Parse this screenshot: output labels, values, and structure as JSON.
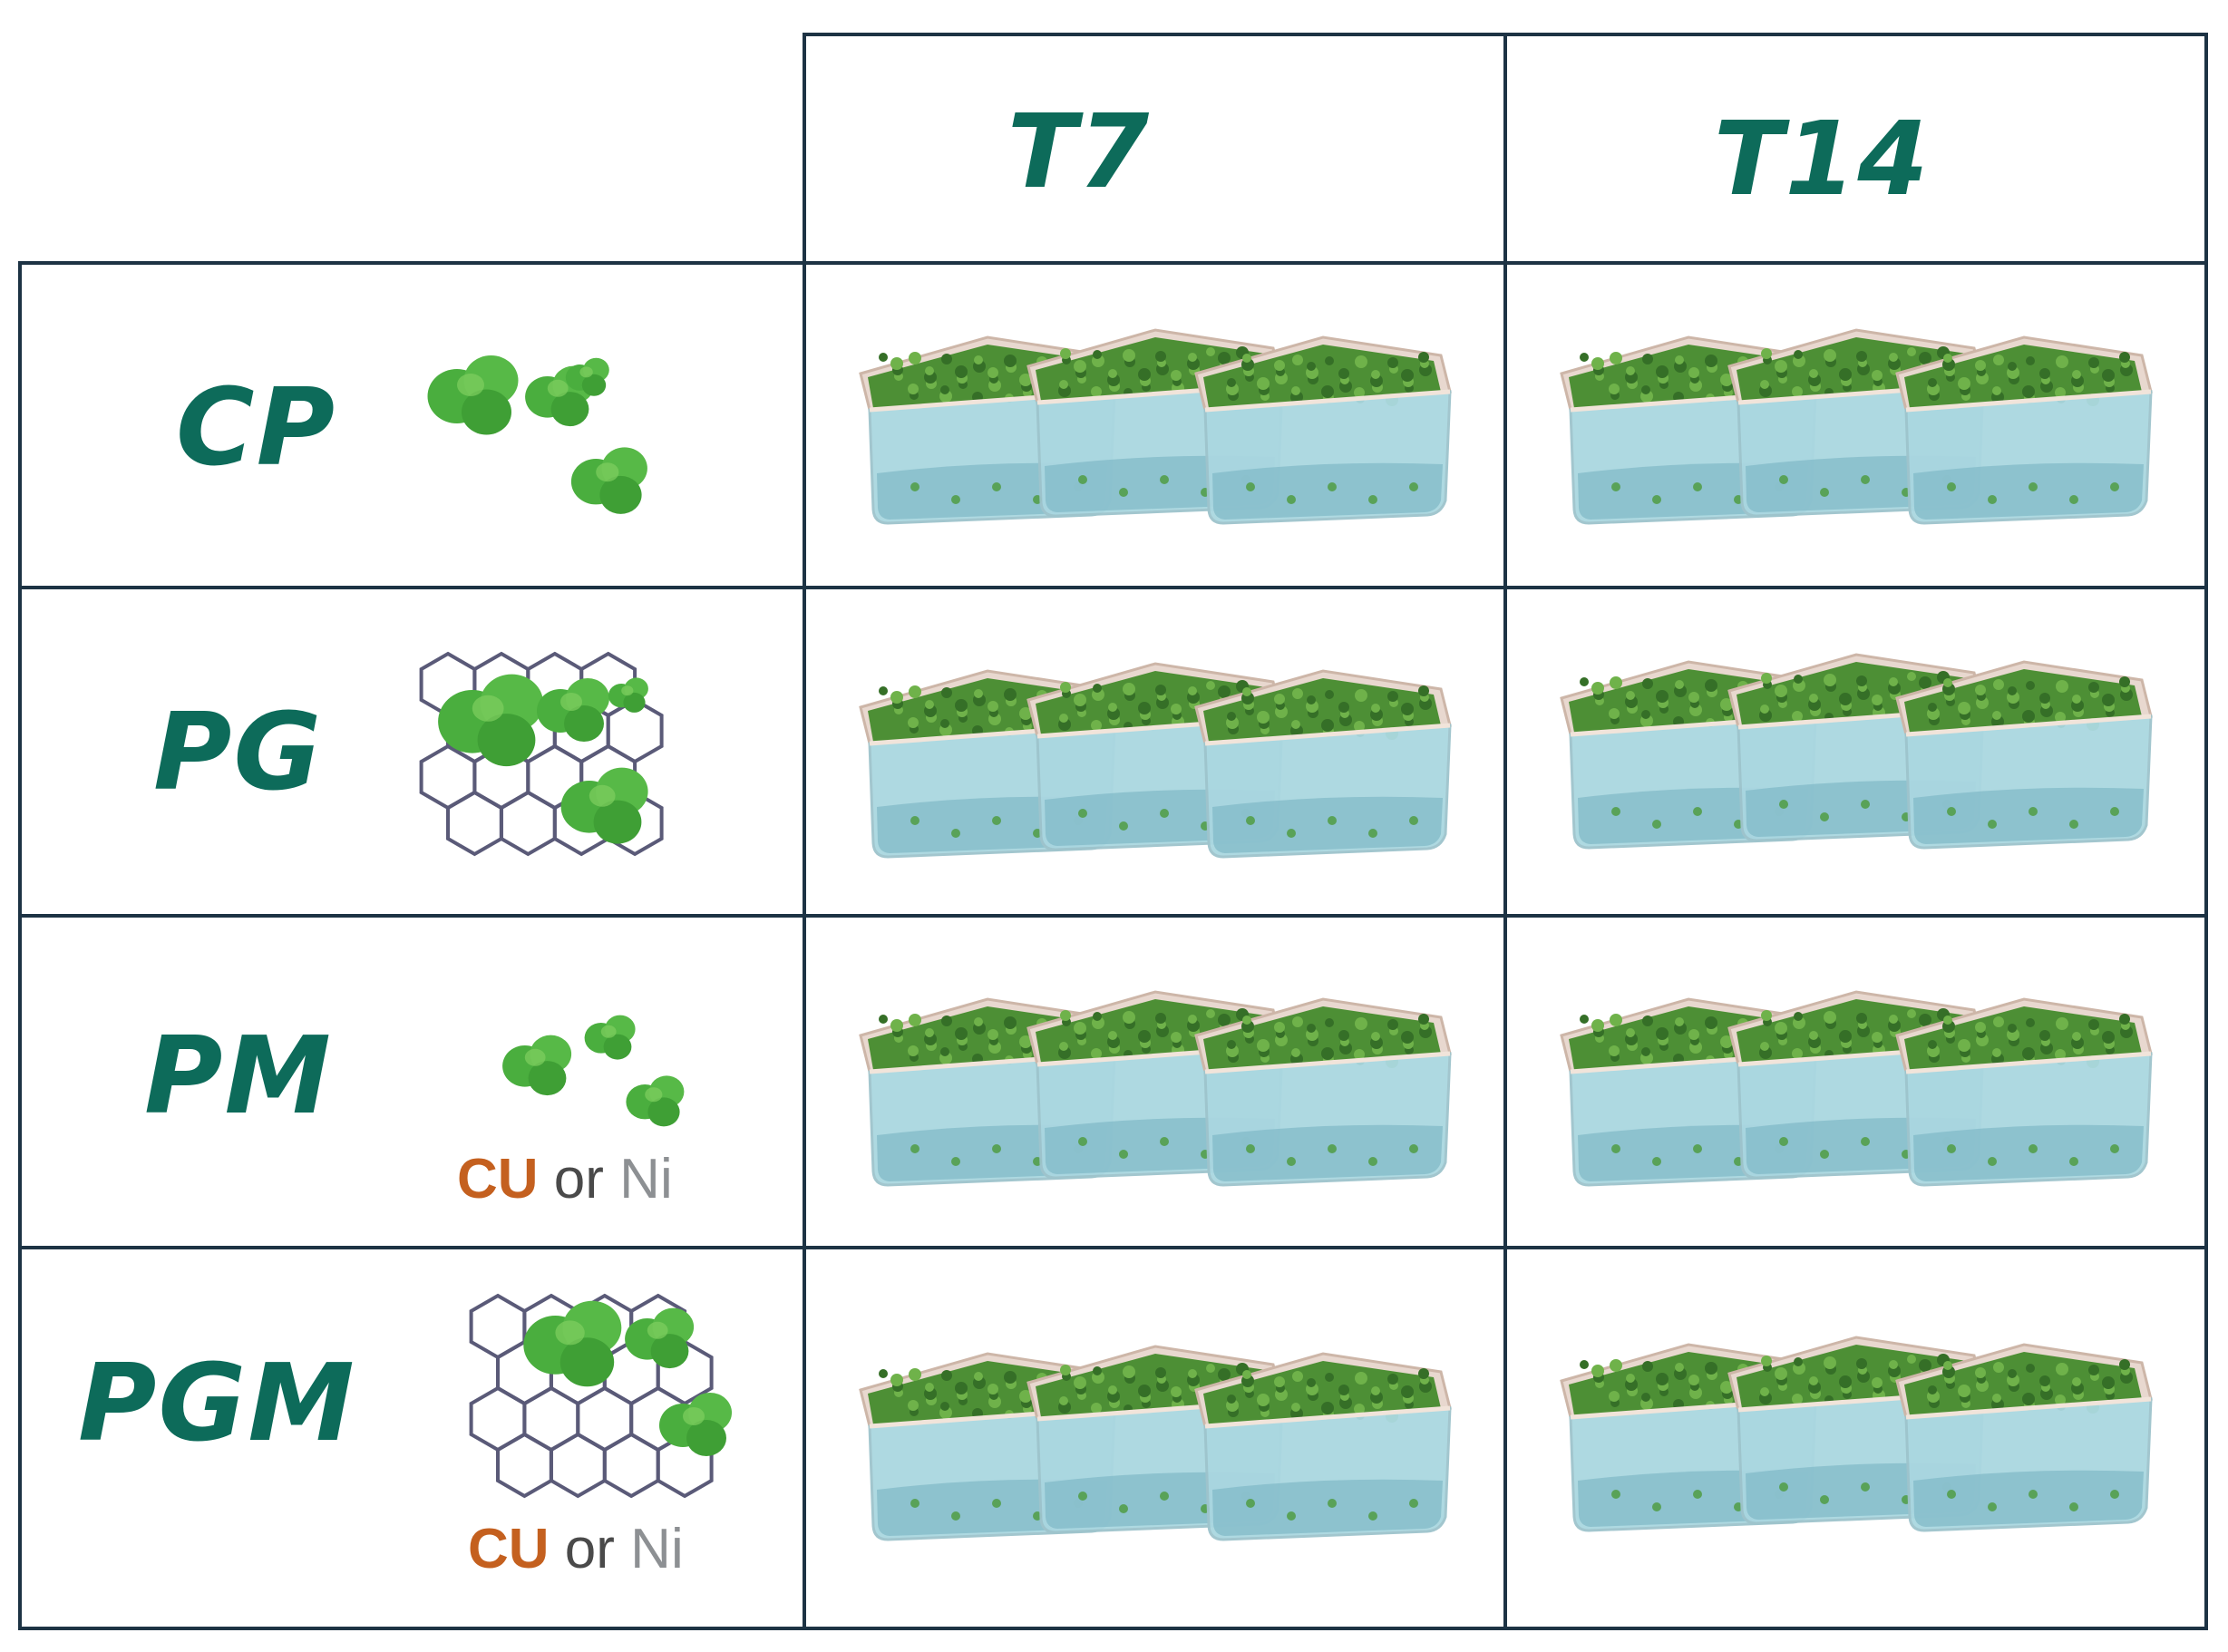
{
  "columns": [
    {
      "label": "T7"
    },
    {
      "label": "T14"
    }
  ],
  "rows": [
    {
      "label": "CP",
      "substrate": "plants"
    },
    {
      "label": "PG",
      "substrate": "plants-on-graphene"
    },
    {
      "label": "PM",
      "substrate": "plants-with-metal",
      "metal": {
        "cu": "CU",
        "or": "or",
        "ni": "Ni"
      }
    },
    {
      "label": "PGM",
      "substrate": "plants-on-graphene-with-metal",
      "metal": {
        "cu": "CU",
        "or": "or",
        "ni": "Ni"
      }
    }
  ],
  "replicates_per_cell": 3,
  "icons": [
    "duckweed-plant-icon",
    "graphene-lattice-icon",
    "water-container-icon"
  ],
  "colors": {
    "label_green": "#0d6b5a",
    "border": "#1d3344",
    "cu": "#c4601f",
    "ni": "#8d9093",
    "leaf": "#3fa33a",
    "lattice": "#5a5a78",
    "water": "#aad7e0"
  }
}
